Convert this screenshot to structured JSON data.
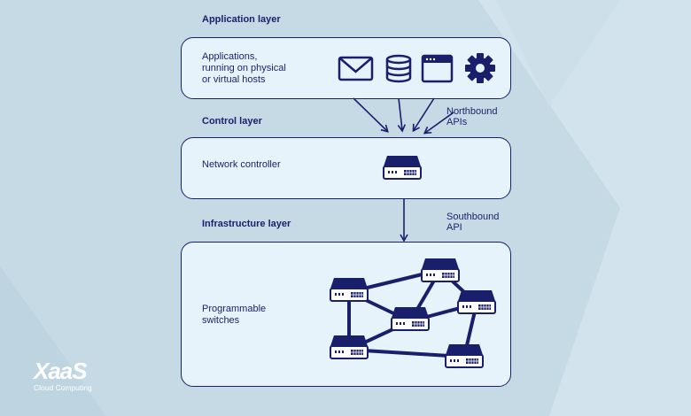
{
  "layers": {
    "application": {
      "title": "Application layer",
      "box_text": "Applications,\nrunning on physical\nor virtual hosts",
      "icons": [
        "mail-icon",
        "database-icon",
        "browser-window-icon",
        "gear-icon"
      ]
    },
    "control": {
      "title": "Control layer",
      "box_text": "Network controller",
      "icons": [
        "network-controller-device-icon"
      ]
    },
    "infrastructure": {
      "title": "Infrastructure layer",
      "box_text": "Programmable\nswitches",
      "icons": [
        "switch-icon"
      ]
    }
  },
  "apis": {
    "northbound": "Northbound\nAPIs",
    "southbound": "Southbound\nAPI"
  },
  "logo": {
    "main": "XaaS",
    "sub": "Cloud Computing"
  },
  "colors": {
    "background": "#c6dae6",
    "box_fill": "#e6f3fb",
    "ink": "#1a1f6b",
    "logo": "#ffffff"
  }
}
